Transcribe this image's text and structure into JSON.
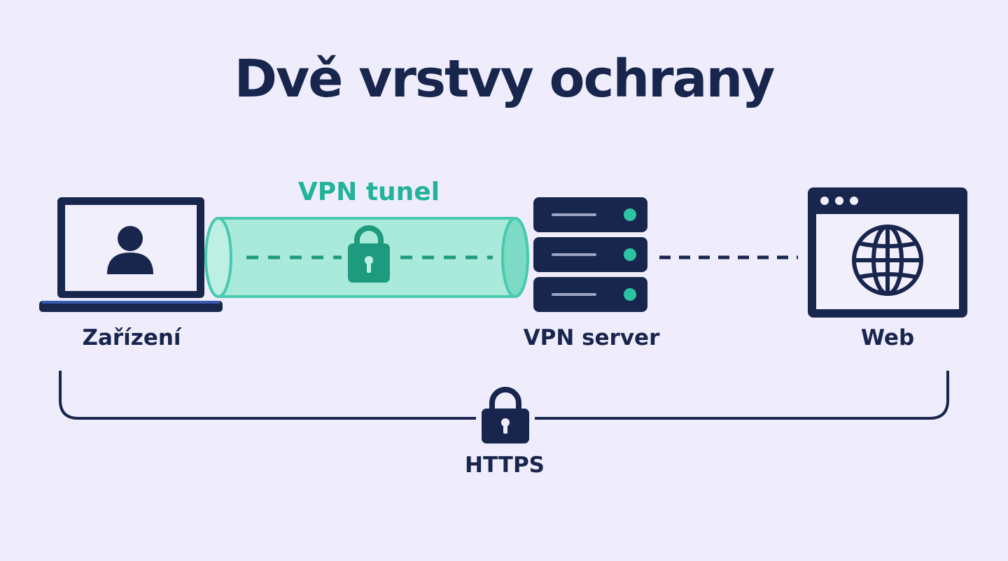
{
  "title": "Dvě vrstvy ochrany",
  "tunnel_label": "VPN tunel",
  "nodes": {
    "device": {
      "label": "Zařízení",
      "icon": "laptop-user-icon"
    },
    "server": {
      "label": "VPN server",
      "icon": "server-rack-icon"
    },
    "web": {
      "label": "Web",
      "icon": "browser-globe-icon"
    }
  },
  "https_label": "HTTPS",
  "colors": {
    "background": "#EFEDFB",
    "navy": "#18264E",
    "teal": "#22B39A",
    "tunnel_fill": "#A9EADB",
    "lock_teal": "#1E9B7E",
    "screen": "#F0EFFA"
  }
}
